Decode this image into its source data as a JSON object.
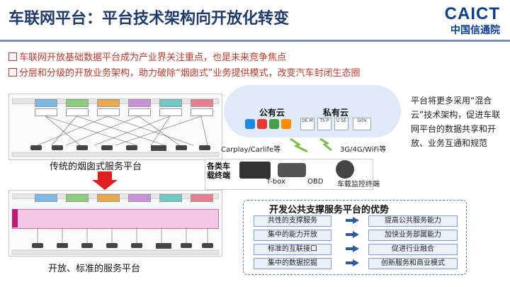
{
  "header": {
    "title_bold": "车联网平台",
    "title_sep": "：",
    "title_rest": "平台技术架构向开放化转变",
    "logo_en": "CAICT",
    "logo_cn": "中国信通院"
  },
  "bullets": [
    "车联网开放基础数据平台成为产业界关注重点，也是未来竞争焦点",
    "分层和分级的开放业务架构，助力破除“烟囱式”业务提供模式，改变汽车封闭生态圈"
  ],
  "diagrams": {
    "traditional_caption": "传统的烟囱式服务平台",
    "open_caption": "开放、标准的服务平台"
  },
  "cloud": {
    "public": "公有云",
    "private": "私有云",
    "private_items": [
      "OE M",
      "TS P",
      "U SE",
      "GOV"
    ]
  },
  "links": {
    "left": "Carplay/Carlife等",
    "right": "3G/4G/WiFi等"
  },
  "terminals": {
    "title_line1": "各类车",
    "title_line2": "载终端",
    "tbox": "T-box",
    "obd": "OBD",
    "monitor": "车载监控终端"
  },
  "side_text": "平台将更多采用“混合云”技术架构，促进车联网平台的数据共享和开放、业务互通和规范",
  "advantages": {
    "title": "开发公共支撑服务平台的优势",
    "rows": [
      {
        "left": "共性的支撑服务",
        "right": "提高公共服务能力"
      },
      {
        "left": "集中的能力开放",
        "right": "加快业务部属能力"
      },
      {
        "left": "标准的互联接口",
        "right": "促进行业融合"
      },
      {
        "left": "集中的数据挖掘",
        "right": "创新服务和商业模式"
      }
    ]
  },
  "colors": {
    "title": "#1f3a6b",
    "bullet": "#c0392b",
    "logo": "#0b3d91",
    "arrow": "#2f5aa0",
    "panel_border": "#4a7ab8"
  }
}
